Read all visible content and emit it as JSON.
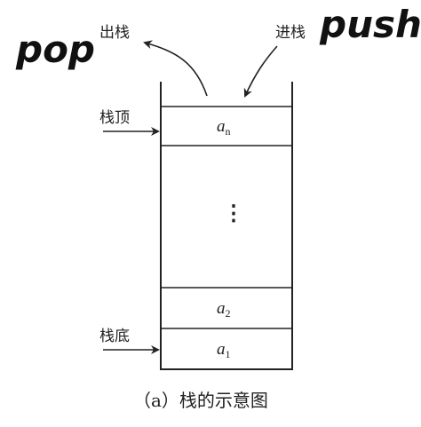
{
  "labels": {
    "pop_cn": "出栈",
    "push_cn": "进栈",
    "pop_handwritten": "pop",
    "push_handwritten": "push",
    "stack_top": "栈顶",
    "stack_bottom": "栈底",
    "ellipsis": "⋮",
    "caption": "（a）栈的示意图"
  },
  "cells": [
    {
      "letter": "a",
      "sub": "n"
    },
    {
      "letter": "a",
      "sub": "2"
    },
    {
      "letter": "a",
      "sub": "1"
    }
  ],
  "colors": {
    "line": "#222222",
    "handwriting": "#111111",
    "background": "#ffffff"
  }
}
